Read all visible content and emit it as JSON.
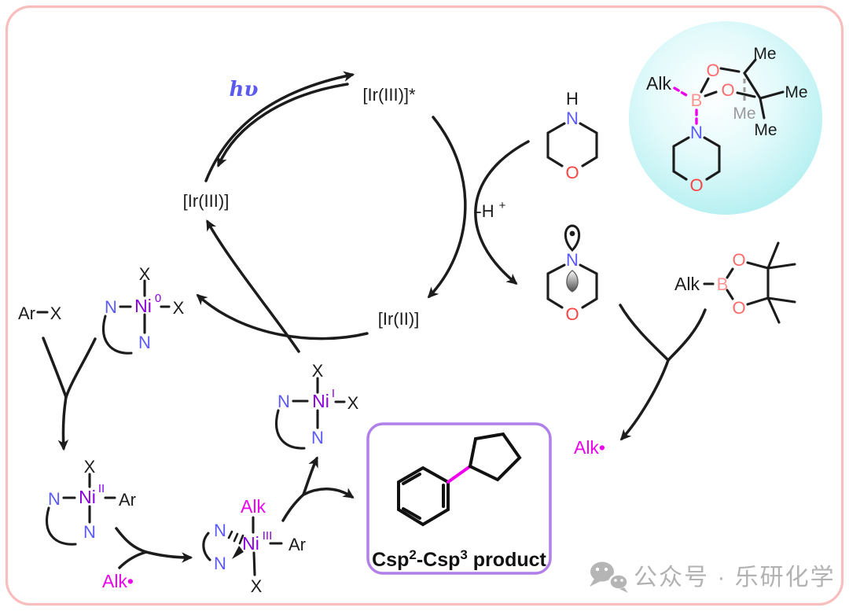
{
  "colors": {
    "nitrogen_blue": "#5b5bf7",
    "nickel_purple": "#8b00db",
    "oxygen_red": "#fb4343",
    "oxygen_salmon": "#ff6b6b",
    "boron_pink": "#ff9292",
    "alkyl_magenta": "#ee00ee",
    "hv_blue": "#5a5af2",
    "product_box_border": "#b07fe8",
    "outer_border": "#f8bdbd",
    "cyan_sphere": "#a9edef",
    "watermark_gray": "#b2b2b2",
    "bond_black": "#1c1c1c"
  },
  "atoms": {
    "N": "N",
    "O": "O",
    "H": "H",
    "B": "B",
    "X": "X",
    "Ni": "Ni",
    "Ar": "Ar",
    "Alk": "Alk",
    "Me": "Me"
  },
  "photoredox_cycle": {
    "light": "hυ",
    "ir_excited": "[Ir(III)]*",
    "ir_ground": "[Ir(III)]",
    "ir_reduced": "[Ir(II)]",
    "deprotonation_base": "-H",
    "deprotonation_sup": "+"
  },
  "nickel_cycle": {
    "ox_ni0": "0",
    "ox_ni1": "I",
    "ox_ni2": "II",
    "ox_ni3": "III",
    "alkyl_radical": "Alk•"
  },
  "product_box": {
    "p1": "Csp",
    "sup1": "2",
    "p2": "-Csp",
    "sup2": "3",
    "p3": " product"
  },
  "watermark": {
    "text": "公众号 · 乐研化学"
  }
}
